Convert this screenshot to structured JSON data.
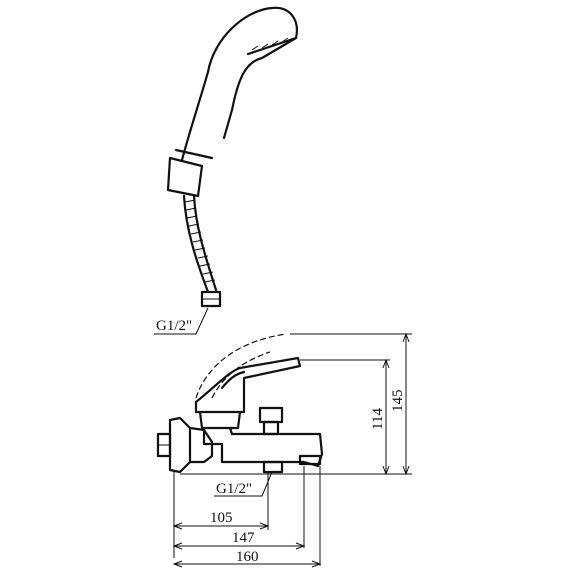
{
  "labels": {
    "hose_thread": "G1/2\"",
    "inlet_thread": "G1/2\"",
    "dim_105": "105",
    "dim_147": "147",
    "dim_160": "160",
    "dim_114": "114",
    "dim_145": "145"
  },
  "colors": {
    "line": "#111111",
    "background": "#ffffff"
  }
}
